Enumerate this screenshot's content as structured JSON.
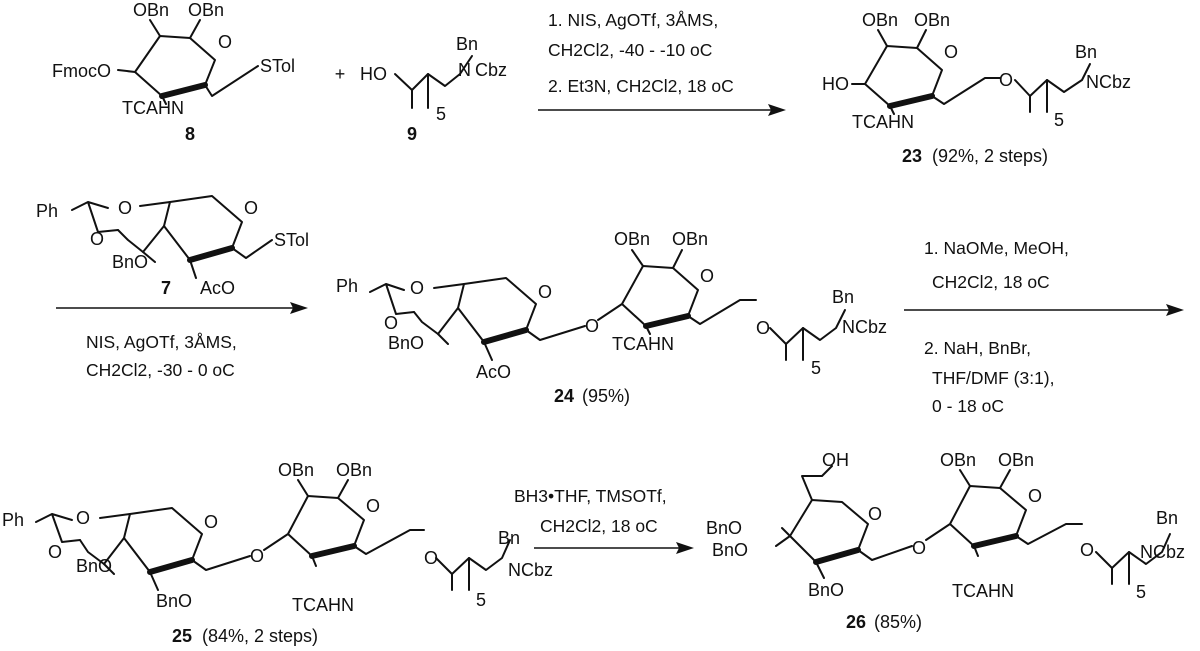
{
  "compound_8": {
    "number": "8",
    "substituents": [
      "OBn",
      "OBn",
      "FmocO",
      "TCAHN",
      "STol"
    ]
  },
  "plus_sign": "+",
  "compound_9": {
    "number": "9",
    "labels": [
      "HO",
      "N",
      "Cbz",
      "Bn",
      "5"
    ]
  },
  "step1": {
    "line1": "1.  NIS, AgOTf, 3ÅMS,",
    "line2": "CH2Cl2, -40 - -10 oC",
    "line3": "2.  Et3N, CH2Cl2, 18 oC"
  },
  "compound_23": {
    "number": "23",
    "yield": "(92%, 2 steps)",
    "labels": [
      "OBn",
      "OBn",
      "HO",
      "TCAHN",
      "O",
      "Bn",
      "NCbz",
      "5"
    ]
  },
  "compound_7": {
    "number": "7",
    "labels": [
      "Ph",
      "O",
      "O",
      "BnO",
      "O",
      "STol",
      "AcO"
    ]
  },
  "step2": {
    "line1": "NIS, AgOTf, 3ÅMS,",
    "line2": "CH2Cl2, -30 - 0 oC"
  },
  "compound_24": {
    "number": "24",
    "yield": "(95%)",
    "labels": [
      "Ph",
      "O",
      "O",
      "BnO",
      "O",
      "AcO",
      "O",
      "OBn",
      "OBn",
      "O",
      "TCAHN",
      "O",
      "Bn",
      "NCbz",
      "5"
    ]
  },
  "step3": {
    "line1": "1.  NaOMe, MeOH,",
    "line2": "CH2Cl2, 18 oC",
    "line3": "2.  NaH, BnBr,",
    "line4": "THF/DMF (3:1),",
    "line5": "0 - 18 oC"
  },
  "compound_25": {
    "number": "25",
    "yield": "(84%, 2 steps)",
    "labels": [
      "Ph",
      "O",
      "O",
      "BnO",
      "O",
      "BnO",
      "O",
      "OBn",
      "OBn",
      "O",
      "TCAHN",
      "O",
      "Bn",
      "NCbz",
      "5"
    ]
  },
  "step4": {
    "line1": "BH3•THF, TMSOTf,",
    "line2": "CH2Cl2, 18 oC"
  },
  "compound_26": {
    "number": "26",
    "yield": "(85%)",
    "labels": [
      "OH",
      "BnO",
      "BnO",
      "O",
      "BnO",
      "O",
      "OBn",
      "OBn",
      "O",
      "TCAHN",
      "O",
      "Bn",
      "NCbz",
      "5"
    ]
  }
}
